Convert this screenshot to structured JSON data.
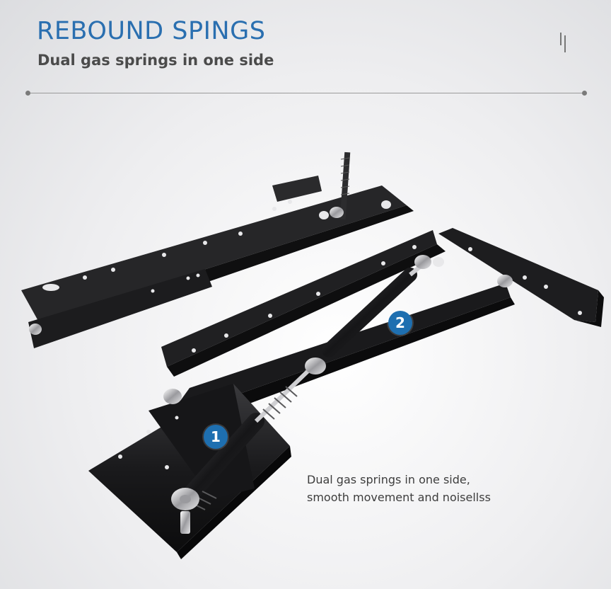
{
  "header": {
    "title": "REBOUND SPINGS",
    "subtitle": "Dual gas springs in one side"
  },
  "badges": [
    "1",
    "2"
  ],
  "caption": {
    "line1": "Dual gas springs in one side,",
    "line2": "smooth movement and noisellss"
  },
  "colors": {
    "accent": "#2a6fb0",
    "badge": "#1e6fb0",
    "bracket": "#1b1b1d"
  }
}
